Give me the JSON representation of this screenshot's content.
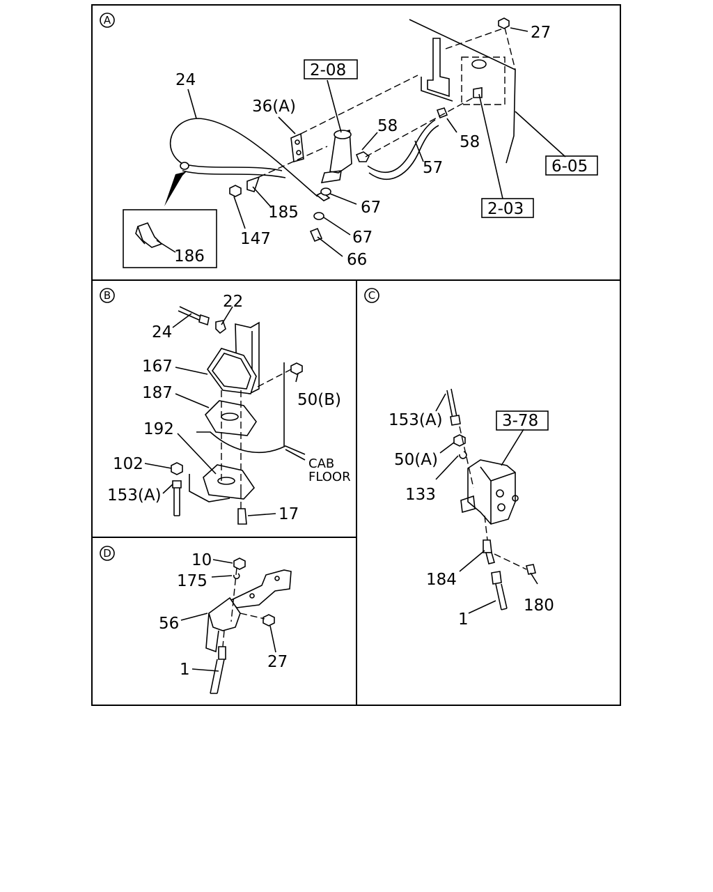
{
  "sections": {
    "a": {
      "marker": "A",
      "labels": {
        "l27": "27",
        "l24": "24",
        "l208": "2-08",
        "l36a": "36(A)",
        "l58a": "58",
        "l58b": "58",
        "l57": "57",
        "l605": "6-05",
        "l203": "2-03",
        "l67a": "67",
        "l67b": "67",
        "l185": "185",
        "l147": "147",
        "l66": "66",
        "l186": "186"
      }
    },
    "b": {
      "marker": "B",
      "labels": {
        "l22": "22",
        "l24": "24",
        "l167": "167",
        "l187": "187",
        "l50b": "50(B)",
        "l192": "192",
        "l102": "102",
        "l153a": "153(A)",
        "l17": "17",
        "cab": "CAB",
        "floor": "FLOOR"
      }
    },
    "c": {
      "marker": "C",
      "labels": {
        "l153a": "153(A)",
        "l378": "3-78",
        "l50a": "50(A)",
        "l133": "133",
        "l184": "184",
        "l180": "180",
        "l1": "1"
      }
    },
    "d": {
      "marker": "D",
      "labels": {
        "l10": "10",
        "l175": "175",
        "l56": "56",
        "l27": "27",
        "l1": "1"
      }
    }
  }
}
